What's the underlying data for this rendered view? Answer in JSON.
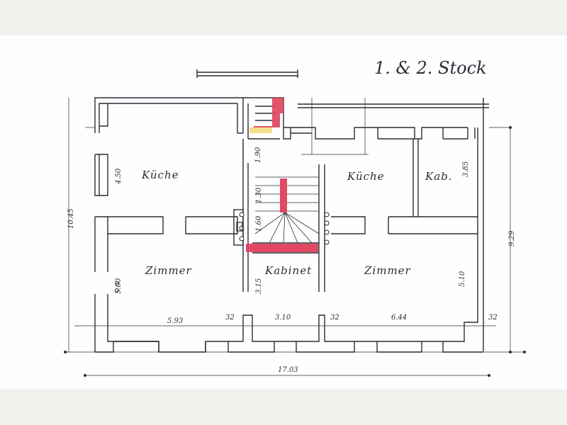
{
  "title": "1. & 2. Stock",
  "rooms": {
    "kitchen_left": "Küche",
    "kitchen_right": "Küche",
    "cabinet_right": "Kab.",
    "room_left": "Zimmer",
    "cabinet_center": "Kabinet",
    "room_right": "Zimmer"
  },
  "dimensions": {
    "total_width": "17.03",
    "total_depth_left": "10.45",
    "total_depth_right": "9.29",
    "bay_1": "5.93",
    "pier_1": "32",
    "bay_2": "3.10",
    "pier_2": "32",
    "bay_3": "6.44",
    "pier_3": "32",
    "depth_kitchen_left": "4.50",
    "depth_room_left": "5.00",
    "depth_cab_right": "3.85",
    "depth_room_right": "5.10",
    "stair_1": "1.90",
    "stair_2": "1.30",
    "stair_3": "1.60",
    "stair_4": "3.15"
  },
  "colors": {
    "ink": "#2a2d36",
    "red_marking": "#e14a62",
    "yellow_marking": "#f3e08c",
    "paper": "#fefefe",
    "border_band": "#f3f1ed"
  }
}
